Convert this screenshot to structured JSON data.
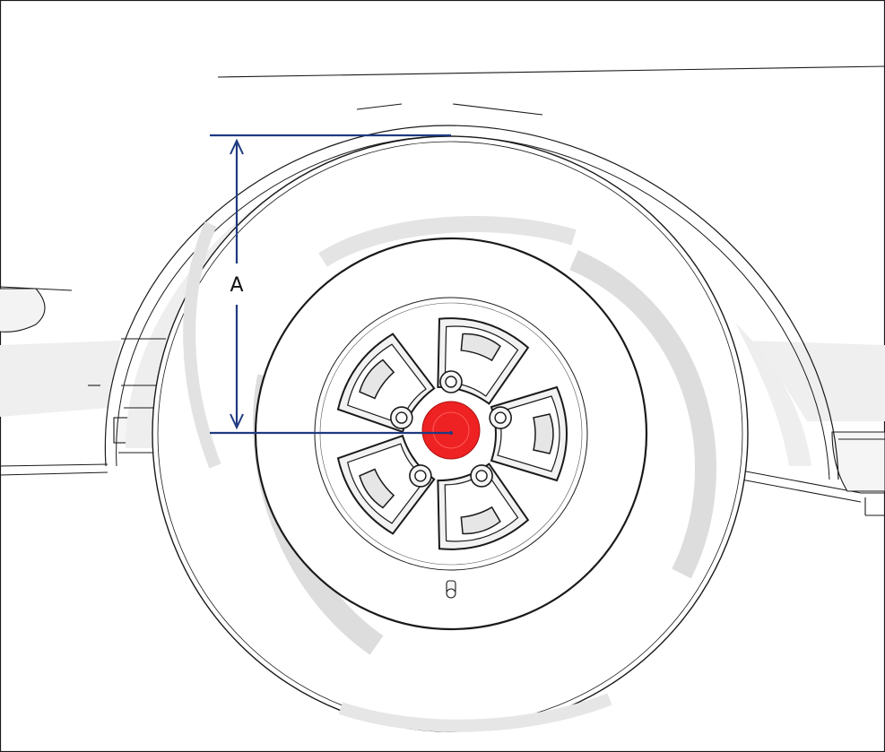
{
  "diagram": {
    "dimension_label": "A"
  },
  "colors": {
    "dimension_line": "#1f3a80",
    "center_cap": "#ee2222",
    "outline": "#1a1a1a",
    "shade": "#dddddd",
    "background": "#ffffff"
  },
  "wheel": {
    "spoke_count": 5,
    "lug_nut_count": 5
  }
}
